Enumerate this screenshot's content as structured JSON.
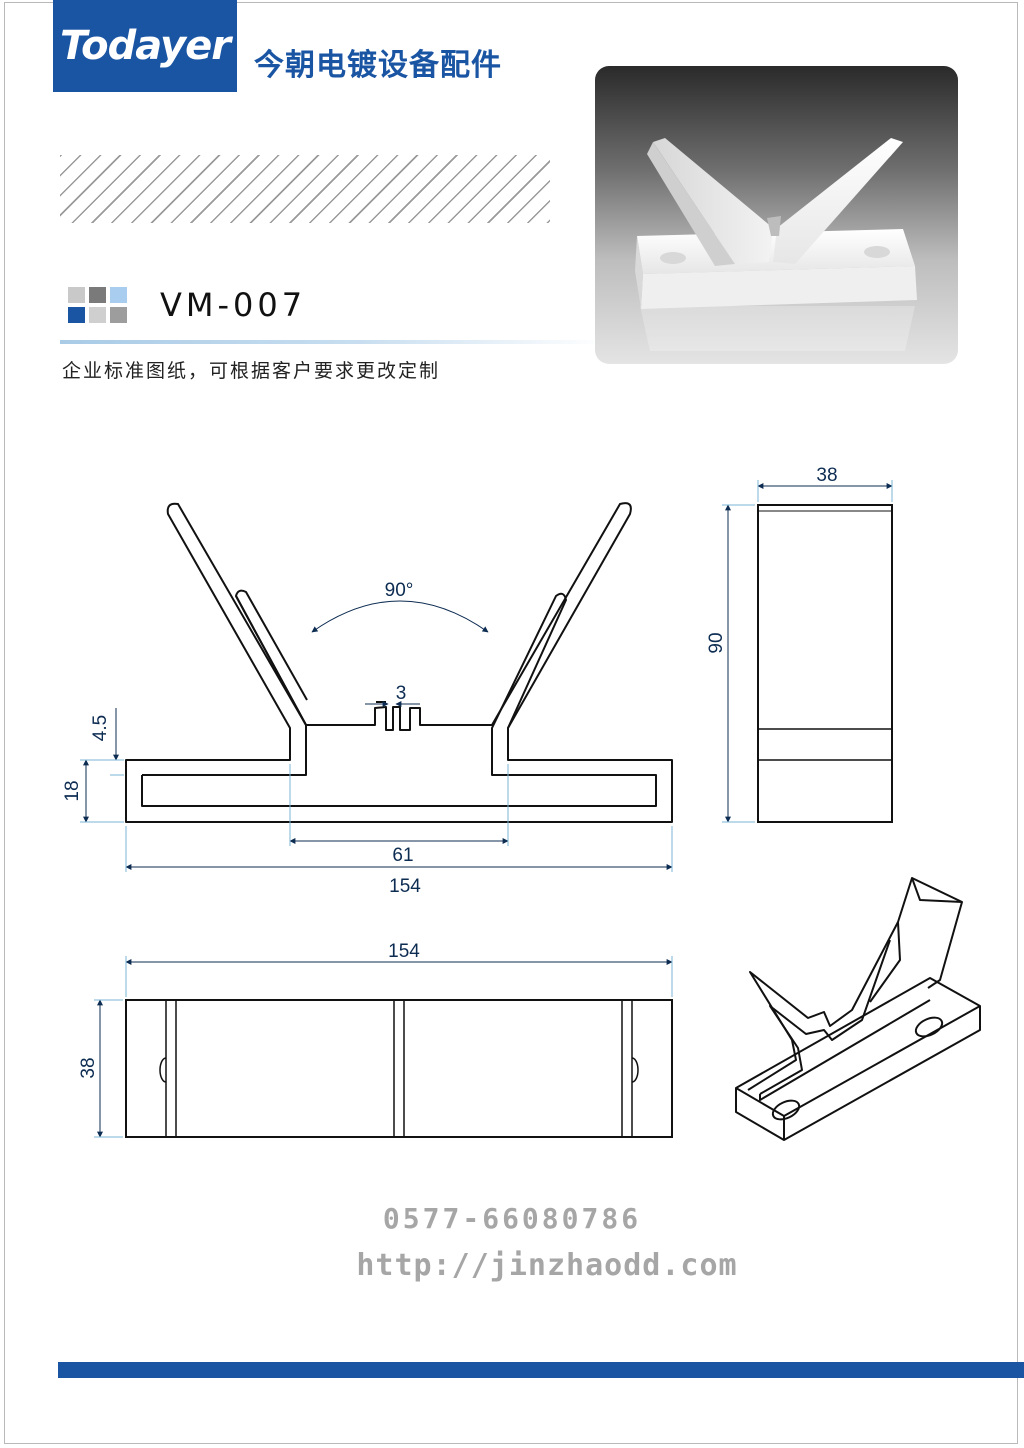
{
  "header": {
    "logo_text": "Todayer",
    "company_name": "今朝电镀设备配件"
  },
  "product": {
    "model": "VM-007",
    "note": "企业标准图纸，可根据客户要求更改定制"
  },
  "swatches": [
    "#c9c9c9",
    "#7a7a7a",
    "#a9cdee",
    "#1a55a3",
    "#cfcfcf",
    "#9d9d9d"
  ],
  "dimensions": {
    "front_angle": "90°",
    "front_slot": "3",
    "front_step": "4.5",
    "front_base_height": "18",
    "front_inner_width": "61",
    "front_total_width": "154",
    "side_width": "38",
    "side_height": "90",
    "bottom_length": "154",
    "bottom_width": "38"
  },
  "contact": {
    "phone": "0577-66080786",
    "website": "http://jinzhaodd.com"
  },
  "colors": {
    "brand_blue": "#1a55a3",
    "dimension_line": "#79b4d4",
    "contact_gray": "#a6a6a6"
  }
}
